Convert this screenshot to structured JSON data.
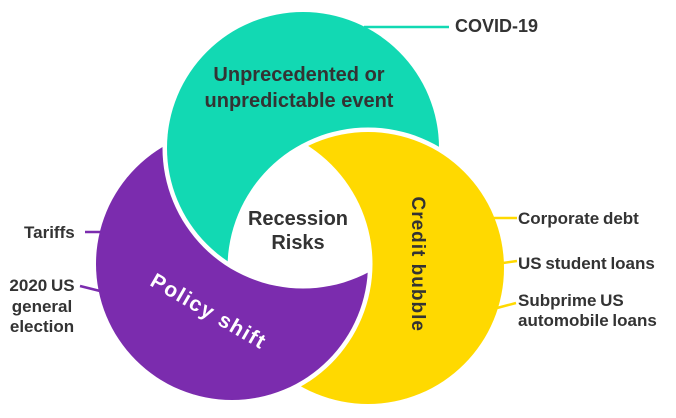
{
  "diagram": {
    "center_label": {
      "line1": "Recession",
      "line2": "Risks"
    },
    "segments": {
      "unprecedented": {
        "label_line1": "Unprecedented or",
        "label_line2": "unpredictable event",
        "color": "#12D9B3",
        "callouts": {
          "covid": "COVID-19"
        }
      },
      "policy_shift": {
        "label": "Policy shift",
        "color": "#7B2CAE",
        "callouts": {
          "tariffs": "Tariffs",
          "election_line1": "2020 US",
          "election_line2": "general",
          "election_line3": "election"
        }
      },
      "credit_bubble": {
        "label": "Credit bubble",
        "color": "#FFD900",
        "callouts": {
          "corporate_debt": "Corporate debt",
          "student_loans": "US student loans",
          "subprime_line1": "Subprime US",
          "subprime_line2": "automobile loans"
        }
      }
    },
    "text_colors": {
      "dark": "#333333",
      "light": "#FFFFFF"
    }
  }
}
